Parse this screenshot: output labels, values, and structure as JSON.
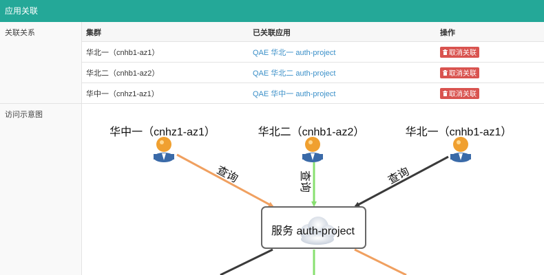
{
  "panel": {
    "title": "应用关联"
  },
  "labels": {
    "association": "关联关系",
    "diagram": "访问示意图"
  },
  "table": {
    "headers": [
      "集群",
      "已关联应用",
      "操作"
    ],
    "rows": [
      {
        "cluster": "华北一（cnhb1-az1）",
        "app": "QAE 华北一 auth-project",
        "action": "取消关联"
      },
      {
        "cluster": "华北二（cnhb1-az2）",
        "app": "QAE 华北二 auth-project",
        "action": "取消关联"
      },
      {
        "cluster": "华中一（cnhz1-az1）",
        "app": "QAE 华中一 auth-project",
        "action": "取消关联"
      }
    ]
  },
  "diagram": {
    "nodes": [
      "华中一（cnhz1-az1）",
      "华北二（cnhb1-az2）",
      "华北一（cnhb1-az1）"
    ],
    "edge_label": "查询",
    "service": "服务 auth-project",
    "colors": {
      "orange": "#f0a060",
      "green": "#88e070",
      "dark": "#3a3a3a"
    }
  }
}
